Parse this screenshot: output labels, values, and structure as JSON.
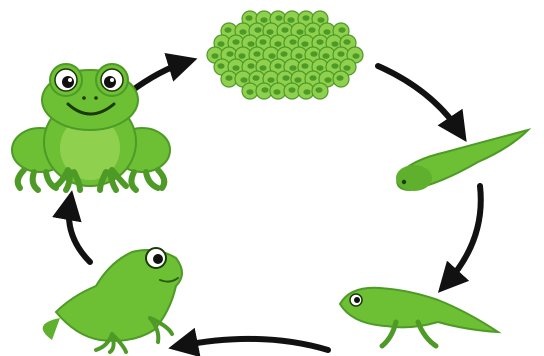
{
  "diagram": {
    "stages": [
      {
        "id": "frog-spawn",
        "icon": "frog-spawn-eggs-icon"
      },
      {
        "id": "tadpole",
        "icon": "tadpole-icon"
      },
      {
        "id": "tadpole-with-legs",
        "icon": "tadpole-with-legs-icon"
      },
      {
        "id": "froglet",
        "icon": "froglet-icon"
      },
      {
        "id": "adult-frog",
        "icon": "adult-frog-icon"
      }
    ],
    "arrow_direction": "clockwise",
    "colors": {
      "light_green": "#8fd14f",
      "mid_green": "#6dbf34",
      "dark_green": "#4e9a26",
      "arrow": "#111111",
      "background": "#ffffff"
    }
  }
}
